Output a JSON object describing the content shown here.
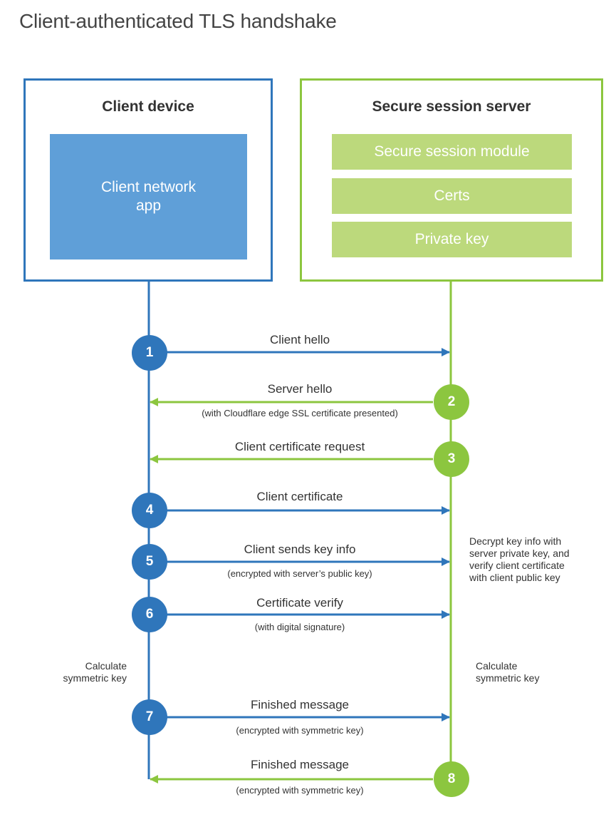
{
  "title": "Client-authenticated TLS handshake",
  "client": {
    "heading": "Client device",
    "app": "Client network app",
    "note": "Calculate\nsymmetric key"
  },
  "server": {
    "heading": "Secure session server",
    "modules": [
      "Secure session module",
      "Certs",
      "Private key"
    ],
    "note_decrypt": "Decrypt key info with\nserver private key, and\nverify client certificate\nwith client public key",
    "note_calc": "Calculate\nsymmetric key"
  },
  "colors": {
    "client": "#2f76bb",
    "client_app": "#5f9fd8",
    "server": "#8cc63f",
    "server_module": "#bcd97c"
  },
  "steps": [
    {
      "num": "1",
      "from": "client",
      "message": "Client hello",
      "detail": ""
    },
    {
      "num": "2",
      "from": "server",
      "message": "Server hello",
      "detail": "(with Cloudflare edge SSL certificate presented)"
    },
    {
      "num": "3",
      "from": "server",
      "message": "Client certificate request",
      "detail": ""
    },
    {
      "num": "4",
      "from": "client",
      "message": "Client certificate",
      "detail": ""
    },
    {
      "num": "5",
      "from": "client",
      "message": "Client sends key info",
      "detail": "(encrypted with server’s public key)"
    },
    {
      "num": "6",
      "from": "client",
      "message": "Certificate verify",
      "detail": "(with digital signature)"
    },
    {
      "num": "7",
      "from": "client",
      "message": "Finished message",
      "detail": "(encrypted with symmetric key)"
    },
    {
      "num": "8",
      "from": "server",
      "message": "Finished message",
      "detail": "(encrypted with symmetric key)"
    }
  ]
}
